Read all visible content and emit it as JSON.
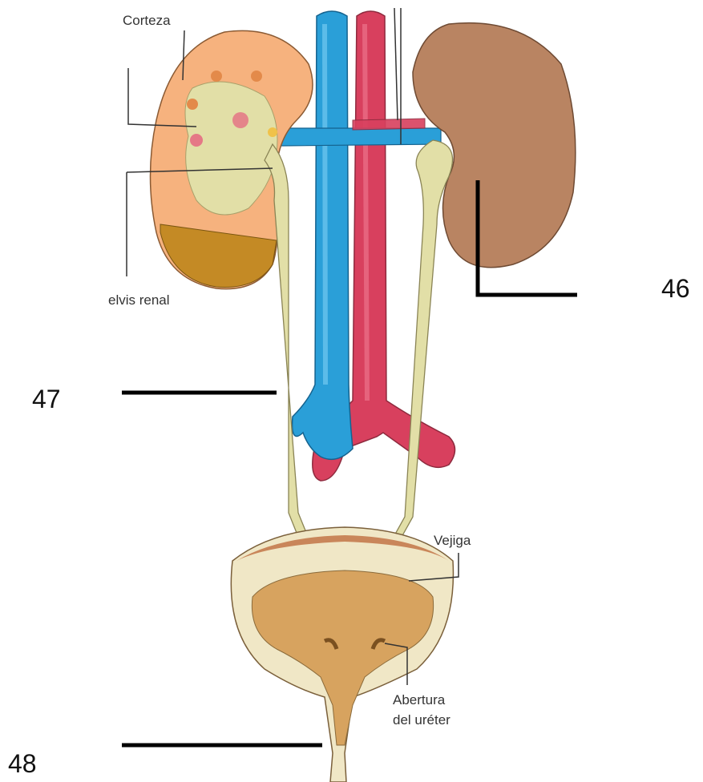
{
  "labels": {
    "corteza": "Corteza",
    "pelvis_renal": "elvis renal",
    "vejiga": "Vejiga",
    "abertura_line1": "Abertura",
    "abertura_line2": "del uréter"
  },
  "numbers": {
    "n46": "46",
    "n47": "47",
    "n48": "48"
  },
  "colors": {
    "vein": "#2a9fd8",
    "artery": "#d8405e",
    "ureter": "#e2dfa7",
    "kidney_right": "#b98462",
    "kidney_cortex": "#f6b27e",
    "bladder_wall": "#f0e7c6",
    "bladder_lumen": "#d7a35f"
  }
}
